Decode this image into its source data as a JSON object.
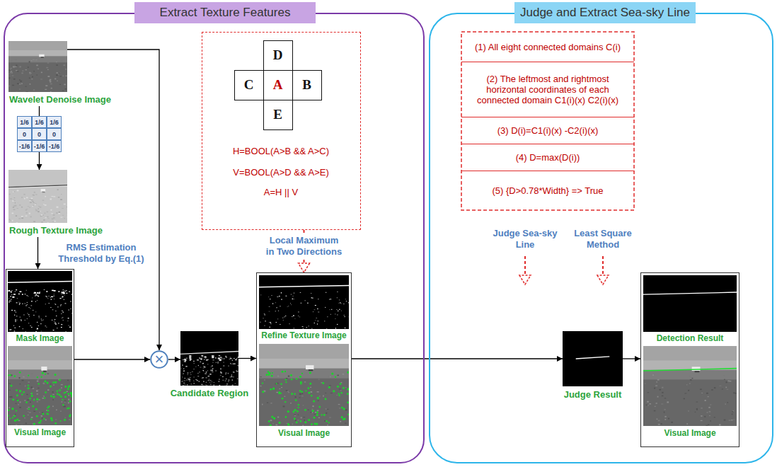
{
  "diagram": {
    "nodes": [
      {
        "text": [
          "Extract Texture Features"
        ]
      },
      {
        "text": [
          "Wavelet Denoise Image"
        ],
        "in": 0
      },
      {
        "text": [
          "1/6",
          "1/6",
          "1/6",
          "0",
          "0",
          "0",
          "-1/6",
          "-1/6",
          "-1/6"
        ],
        "in": 0
      },
      {
        "text": [
          "Rough Texture Image"
        ],
        "in": 0
      },
      {
        "text": [
          "H=BOOL(A>B && A>C)",
          "V=BOOL(A>D && A>E)",
          "A=H || V"
        ],
        "in": 0
      },
      {
        "text": [
          "D"
        ],
        "in": 4
      },
      {
        "text": [
          "C"
        ],
        "in": 4
      },
      {
        "text": [
          "A"
        ],
        "in": 4
      },
      {
        "text": [
          "B"
        ],
        "in": 4
      },
      {
        "text": [
          "E"
        ],
        "in": 4
      },
      {
        "text": [
          "Mask Image",
          "Visual Image"
        ],
        "in": 0
      },
      {
        "text": [
          "×"
        ],
        "in": 0
      },
      {
        "text": [
          "Candidate Region"
        ],
        "in": 0
      },
      {
        "text": [
          "Refine Texture Image",
          "Visual Image"
        ],
        "in": 0
      },
      {
        "text": [
          "Judge and Extract Sea-sky Line"
        ]
      },
      {
        "text": [
          "(1) All eight connected domains C(i)"
        ],
        "in": 14
      },
      {
        "text": [
          "(2) The leftmost and rightmost horizontal coordinates of each connected domain C1(i)(x) C2(i)(x)"
        ],
        "in": 14
      },
      {
        "text": [
          "(3) D(i)=C1(i)(x) -C2(i)(x)"
        ],
        "in": 14
      },
      {
        "text": [
          "(4) D=max(D(i))"
        ],
        "in": 14
      },
      {
        "text": [
          "(5) {D>0.78*Width} => True"
        ],
        "in": 14
      },
      {
        "text": [
          "Judge Result"
        ],
        "in": 14
      },
      {
        "text": [
          "Detection Result",
          "Visual Image"
        ],
        "in": 14
      }
    ],
    "edges": [
      {
        "from": 1,
        "to": 2,
        "arrow": "none"
      },
      {
        "from": 2,
        "to": 3,
        "arrow": "to"
      },
      {
        "from": 3,
        "to": 10,
        "arrow": "to",
        "label": "RMS Estimation Threshold by Eq.(1)"
      },
      {
        "from": 1,
        "to": 11,
        "arrow": "to"
      },
      {
        "from": 10,
        "to": 11,
        "arrow": "to"
      },
      {
        "from": 11,
        "to": 12,
        "arrow": "to"
      },
      {
        "from": 12,
        "to": 13,
        "arrow": "to"
      },
      {
        "from": 4,
        "to": 13,
        "arrow": "to",
        "label": "Local Maximum in Two Directions"
      },
      {
        "from": 13,
        "to": 20,
        "arrow": "to"
      },
      {
        "from": 20,
        "to": 21,
        "arrow": "to"
      }
    ],
    "labels": [
      "Judge Sea-sky Line",
      "Least Square Method"
    ]
  }
}
